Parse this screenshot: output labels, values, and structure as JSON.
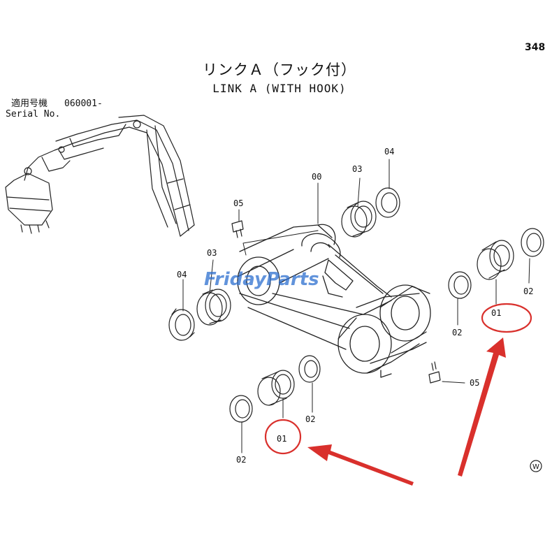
{
  "page_number": "348",
  "title": {
    "japanese": "リンクＡ（フック付）",
    "english": "LINK A (WITH HOOK)"
  },
  "serial": {
    "label_jp": "適用号機",
    "value": "060001-",
    "label_en": "Serial No."
  },
  "callouts": {
    "link": "00",
    "bushing_left": "01",
    "bushing_right": "01",
    "seal_a": "02",
    "seal_b": "02",
    "seal_c": "02",
    "seal_d": "02",
    "shim_left": "03",
    "shim_top": "03",
    "ring_left": "04",
    "ring_top": "04",
    "grease_top": "05",
    "grease_bottom": "05"
  },
  "watermark": "FridayParts",
  "symbol": "Ⓦ",
  "colors": {
    "highlight": "#d9302c",
    "watermark": "#2d6fd0",
    "line": "#222222"
  }
}
